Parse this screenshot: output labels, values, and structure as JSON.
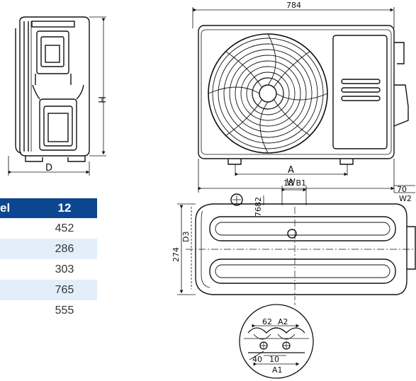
{
  "drawing": {
    "side_view": {
      "height_label": "H",
      "depth_label": "D"
    },
    "front_view": {
      "top_width": "784",
      "a_label": "A",
      "w_label": "W",
      "right_dim_top": "70",
      "right_dim_bottom": "W2"
    },
    "bottom_view": {
      "d3_label": "D3",
      "left_dim": "274",
      "dim_7682": "7682",
      "dim_18b1": "18 B1"
    },
    "detail_view": {
      "dim_62": "62",
      "dim_a2": "A2",
      "dim_10": "10",
      "dim_a1": "A1",
      "dim_40": "40"
    }
  },
  "table": {
    "header": {
      "label": "el",
      "value": "12"
    },
    "rows": [
      {
        "label": "",
        "value": "452",
        "shaded": false
      },
      {
        "label": "",
        "value": "286",
        "shaded": true
      },
      {
        "label": "",
        "value": "303",
        "shaded": false
      },
      {
        "label": "",
        "value": "765",
        "shaded": true
      },
      {
        "label": "",
        "value": "555",
        "shaded": false
      }
    ]
  }
}
